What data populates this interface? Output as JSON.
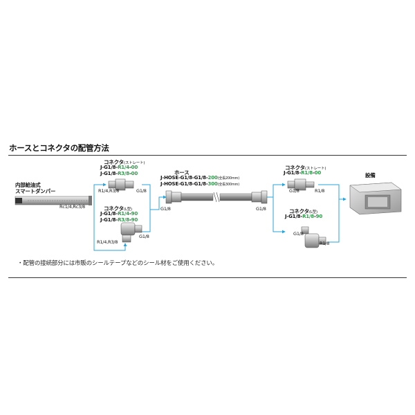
{
  "heading": "ホースとコネクタの配管方法",
  "damper": {
    "line1": "内部給油式",
    "line2": "スマートダンパー",
    "thread": "Rc1/4,Rc3/8"
  },
  "connector_straight_left": {
    "title": "コネクタ",
    "type": "(ストレート)",
    "codes": [
      {
        "prefix": "J-G1/8-",
        "part1": "R1/4",
        "sep": "-",
        "part2": "00"
      },
      {
        "prefix": "J-G1/8-",
        "part1": "R3/8",
        "sep": "-",
        "part2": "00"
      }
    ],
    "left_thread": "R1/4,R3/8",
    "right_thread": "G1/8"
  },
  "connector_l_left": {
    "title": "コネクタ",
    "type": "(L型)",
    "codes": [
      {
        "prefix": "J-G1/8-",
        "part1": "R1/4",
        "sep": "-",
        "part2": "90"
      },
      {
        "prefix": "J-G1/8-",
        "part1": "R3/8",
        "sep": "-",
        "part2": "90"
      }
    ],
    "right_thread": "G1/8",
    "bottom_thread": "R1/4,R3/8"
  },
  "hose": {
    "title": "ホース",
    "codes": [
      {
        "prefix": "J-HOSE-G1/8-G1/8-",
        "len": "200",
        "note": "(全長200mm)"
      },
      {
        "prefix": "J-HOSE-G1/8-G1/8-",
        "len": "300",
        "note": "(全長300mm)"
      }
    ],
    "left_thread": "G1/8",
    "right_thread": "G1/8"
  },
  "connector_straight_right": {
    "title": "コネクタ",
    "type": "(ストレート)",
    "code": {
      "prefix": "J-G1/8-",
      "part1": "R1/8",
      "sep": "-",
      "part2": "00"
    },
    "left_thread": "G1/8",
    "right_thread": "R1/8"
  },
  "connector_l_right": {
    "title": "コネクタ",
    "type": "(L型)",
    "code": {
      "prefix": "J-G1/8-",
      "part1": "R1/8",
      "sep": "-",
      "part2": "90"
    },
    "top_thread": "G1/8",
    "right_thread": "R1/8"
  },
  "equipment": {
    "label": "設備"
  },
  "note": "・配管の接続部分には市販のシールテープなどのシール材をご使用ください。",
  "colors": {
    "accent": "#2e9a4a",
    "line": "#29a3d9",
    "metal": "#b8b8b8"
  }
}
